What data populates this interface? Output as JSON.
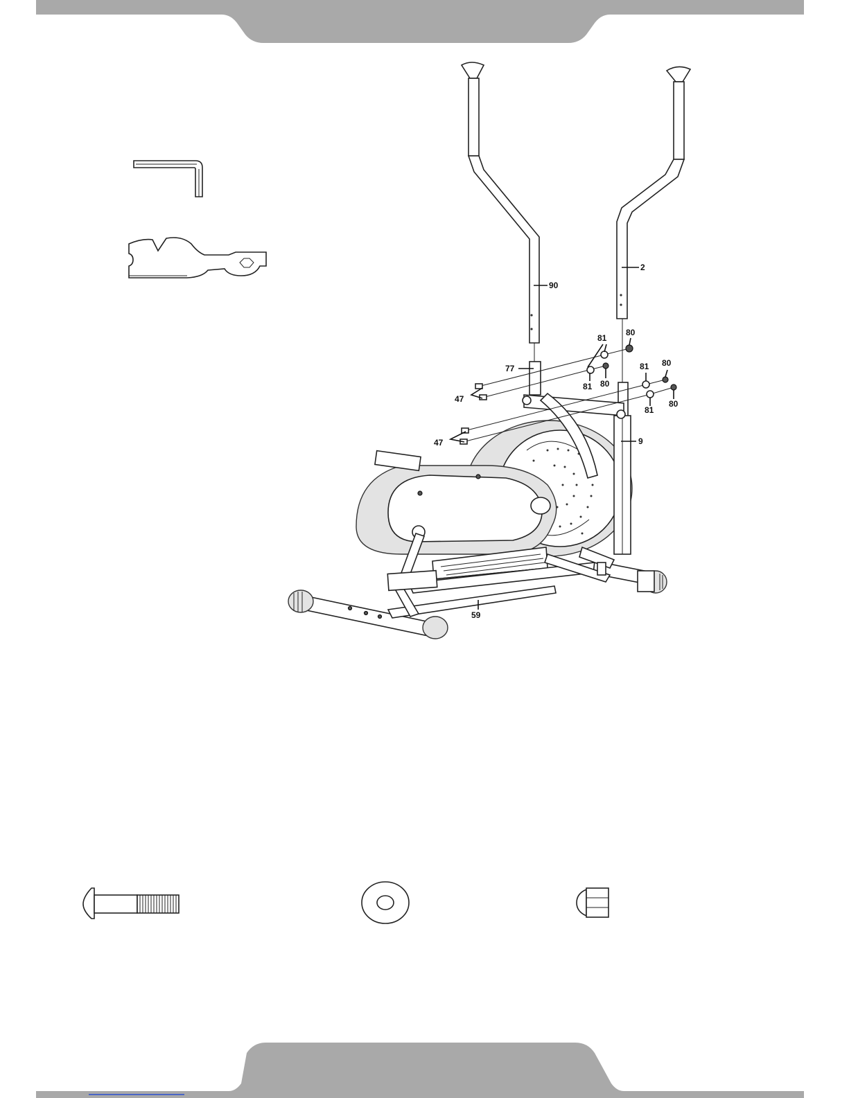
{
  "diagram": {
    "labels": {
      "p2": "2",
      "p9": "9",
      "p47a": "47",
      "p47b": "47",
      "p59": "59",
      "p77": "77",
      "p80a": "80",
      "p80b": "80",
      "p80c": "80",
      "p80d": "80",
      "p81a": "81",
      "p81b": "81",
      "p81c": "81",
      "p81d": "81",
      "p90": "90"
    },
    "colors": {
      "header_band": "#a9a9a9",
      "line": "#111111"
    }
  }
}
